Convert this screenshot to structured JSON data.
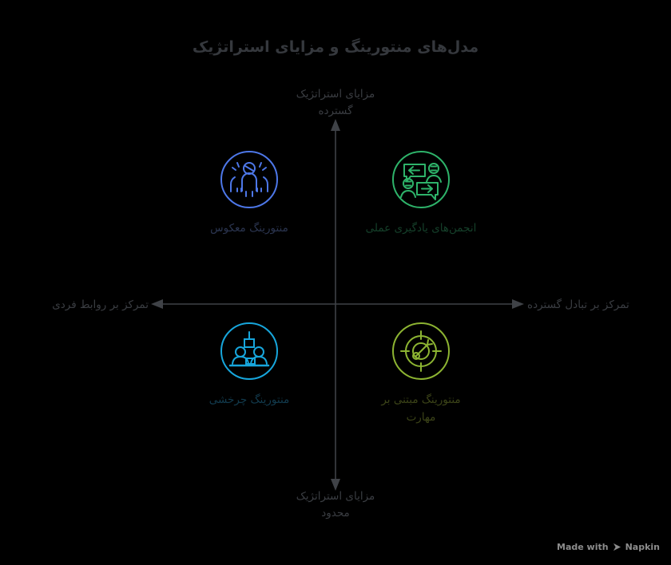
{
  "title": "مدل‌های منتورینگ و مزایای استراتژیک",
  "colors": {
    "background": "#000000",
    "title_text": "#35383d",
    "axis_line": "#3f4247",
    "axis_text": "#3a3d42",
    "quadrant_top_left": "#4d77e8",
    "quadrant_top_right": "#2eb36a",
    "quadrant_bottom_left": "#17a6dc",
    "quadrant_bottom_right": "#8db432",
    "label_top_left": "#2b3550",
    "label_top_right": "#15402a",
    "label_bottom_left": "#123b4e",
    "label_bottom_right": "#3c4418",
    "watermark": "#8c8c8c"
  },
  "axes": {
    "vertical": {
      "top_label": "مزایای استراتژیک\nگسترده",
      "bottom_label": "مزایای استراتژیک\nمحدود"
    },
    "horizontal": {
      "left_label": "تمرکز بر روابط فردی",
      "right_label": "تمرکز بر تبادل گسترده"
    }
  },
  "quadrants": [
    {
      "id": "top-left",
      "label": "منتورینگ معکوس",
      "icon": "group-people-icon",
      "color": "#4d77e8",
      "label_color": "#2b3550"
    },
    {
      "id": "top-right",
      "label": "انجمن‌های یادگیری عملی",
      "icon": "knowledge-exchange-icon",
      "color": "#2eb36a",
      "label_color": "#15402a"
    },
    {
      "id": "bottom-left",
      "label": "منتورینگ چرخشی",
      "icon": "two-people-desk-icon",
      "color": "#17a6dc",
      "label_color": "#123b4e"
    },
    {
      "id": "bottom-right",
      "label": "منتورینگ مبتنی بر\nمهارت",
      "icon": "target-dart-icon",
      "color": "#8db432",
      "label_color": "#3c4418"
    }
  ],
  "watermark": {
    "prefix": "Made with",
    "brand": "Napkin",
    "mark_icon": "napkin-play-mark-icon"
  },
  "chart_data": {
    "type": "scatter",
    "title": "مدل‌های منتورینگ و مزایای استراتژیک",
    "xlabel": "تمرکز بر تبادل گسترده ← → تمرکز بر روابط فردی",
    "ylabel": "مزایای استراتژیک گسترده / محدود",
    "xlim": [
      -1,
      1
    ],
    "ylim": [
      -1,
      1
    ],
    "grid": false,
    "legend": "none",
    "points": [
      {
        "label": "منتورینگ معکوس",
        "x": -0.45,
        "y": 0.5,
        "quadrant": "top-left",
        "color": "#4d77e8"
      },
      {
        "label": "انجمن‌های یادگیری عملی",
        "x": 0.45,
        "y": 0.5,
        "quadrant": "top-right",
        "color": "#2eb36a"
      },
      {
        "label": "منتورینگ چرخشی",
        "x": -0.45,
        "y": -0.45,
        "quadrant": "bottom-left",
        "color": "#17a6dc"
      },
      {
        "label": "منتورینگ مبتنی بر مهارت",
        "x": 0.45,
        "y": -0.45,
        "quadrant": "bottom-right",
        "color": "#8db432"
      }
    ],
    "annotations": [
      "مزایای استراتژیک گسترده",
      "مزایای استراتژیک محدود",
      "تمرکز بر روابط فردی",
      "تمرکز بر تبادل گسترده"
    ]
  }
}
